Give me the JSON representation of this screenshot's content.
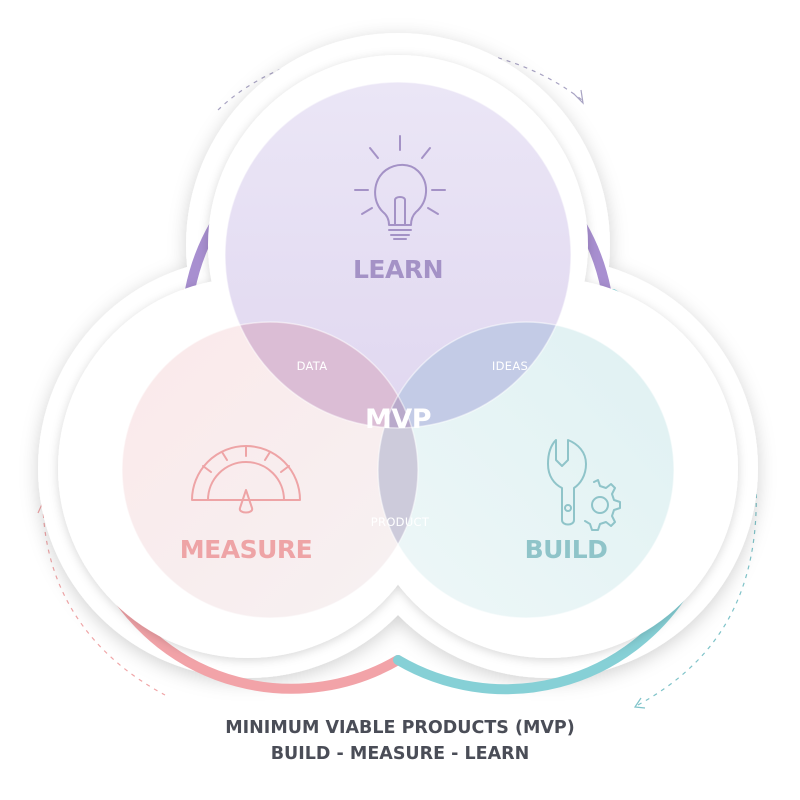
{
  "diagram": {
    "sets": {
      "learn": {
        "label": "LEARN",
        "color": "#a492c6",
        "icon": "lightbulb-icon"
      },
      "measure": {
        "label": "MEASURE",
        "color": "#eea4a6",
        "icon": "gauge-icon"
      },
      "build": {
        "label": "BUILD",
        "color": "#8fc4c9",
        "icon": "wrench-gear-icon"
      }
    },
    "overlaps": {
      "learn_measure": "DATA",
      "learn_build": "IDEAS",
      "measure_build": "PRODUCT"
    },
    "center": "MVP",
    "ring_colors": {
      "learn": "#a88fd0",
      "measure": "#f2a3a8",
      "build": "#86d0d6"
    }
  },
  "caption": {
    "line1": "MINIMUM VIABLE PRODUCTS (MVP)",
    "line2": "BUILD - MEASURE - LEARN"
  }
}
